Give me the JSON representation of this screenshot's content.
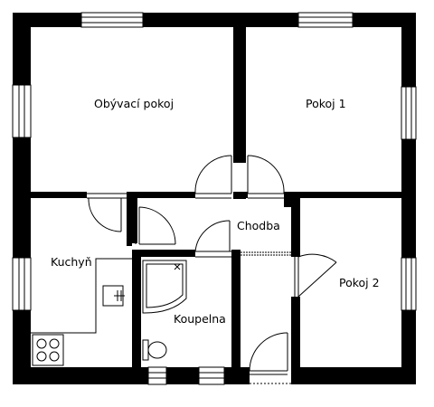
{
  "rooms": {
    "living": "Obývací pokoj",
    "room1": "Pokoj 1",
    "hall": "Chodba",
    "kitchen": "Kuchyň",
    "room2": "Pokoj 2",
    "bathroom": "Koupelna"
  }
}
